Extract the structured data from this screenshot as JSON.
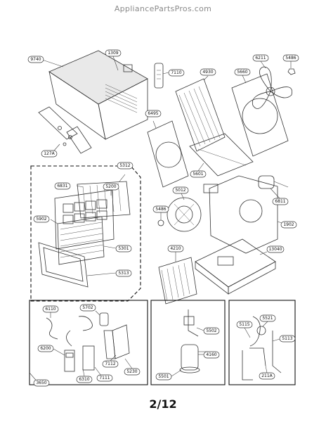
{
  "site": {
    "title": "AppliancePartsPros.com"
  },
  "page": {
    "number": "2/12"
  },
  "labels": {
    "l9740": "9740",
    "l1309": "1309",
    "l7110": "7110",
    "l4930": "4930",
    "l5660": "5660",
    "l6211": "6211",
    "l5486a": "5486",
    "l127A": "127A",
    "l6495": "6495",
    "l5601": "5601",
    "l5312": "5312",
    "l6831": "6831",
    "l5200": "5200",
    "l5902": "5902",
    "l5301": "5301",
    "l5313": "5313",
    "l5012": "5012",
    "l5486b": "5486",
    "l4210": "4210",
    "l6811": "6811",
    "l1902": "1902",
    "l13040": "13040",
    "l6110": "6110",
    "l5702": "5702",
    "l6200": "6200",
    "l6310": "6310",
    "l7112": "7112",
    "l7111": "7111",
    "l5230": "5230",
    "l3650": "3650",
    "l5502": "5502",
    "l4160": "4160",
    "l5501": "5501",
    "l5115": "5115",
    "l5521": "5521",
    "l5113": "5113",
    "l211A": "211A"
  }
}
